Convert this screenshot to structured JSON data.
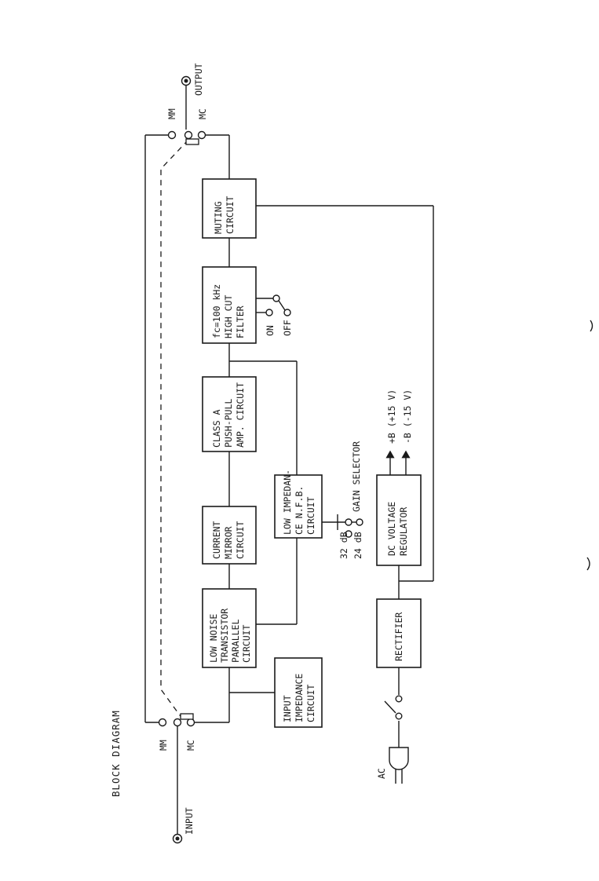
{
  "title": "BLOCK DIAGRAM",
  "blocks": {
    "muting": [
      "MUTING",
      "CIRCUIT"
    ],
    "filter": [
      "fc=100 kHz",
      "HIGH CUT",
      "FILTER"
    ],
    "class_a": [
      "CLASS A",
      "PUSH-PULL",
      "AMP. CIRCUIT"
    ],
    "current_mirror": [
      "CURRENT",
      "MIRROR",
      "CIRCUIT"
    ],
    "low_noise": [
      "LOW NOISE",
      "TRANSISTOR",
      "PARALLEL",
      "CIRCUIT"
    ],
    "nfb": [
      "LOW IMPEDAN-",
      "CE N.F.B.",
      "CIRCUIT"
    ],
    "input_impedance": [
      "INPUT",
      "IMPEDANCE",
      "CIRCUIT"
    ],
    "dc_regulator": [
      "DC VOLTAGE",
      "REGULATOR"
    ],
    "rectifier": [
      "RECTIFIER"
    ]
  },
  "labels": {
    "output": "OUTPUT",
    "input": "INPUT",
    "mm_top": "MM",
    "mc_top": "MC",
    "mm_bottom": "MM",
    "mc_bottom": "MC",
    "filter_on": "ON",
    "filter_off": "OFF",
    "gain_selector": "GAIN SELECTOR",
    "gain_32": "32 dB",
    "gain_24": "24 dB",
    "plus_b": "+B (+15 V)",
    "minus_b": "-B (-15 V)",
    "ac": "AC"
  }
}
